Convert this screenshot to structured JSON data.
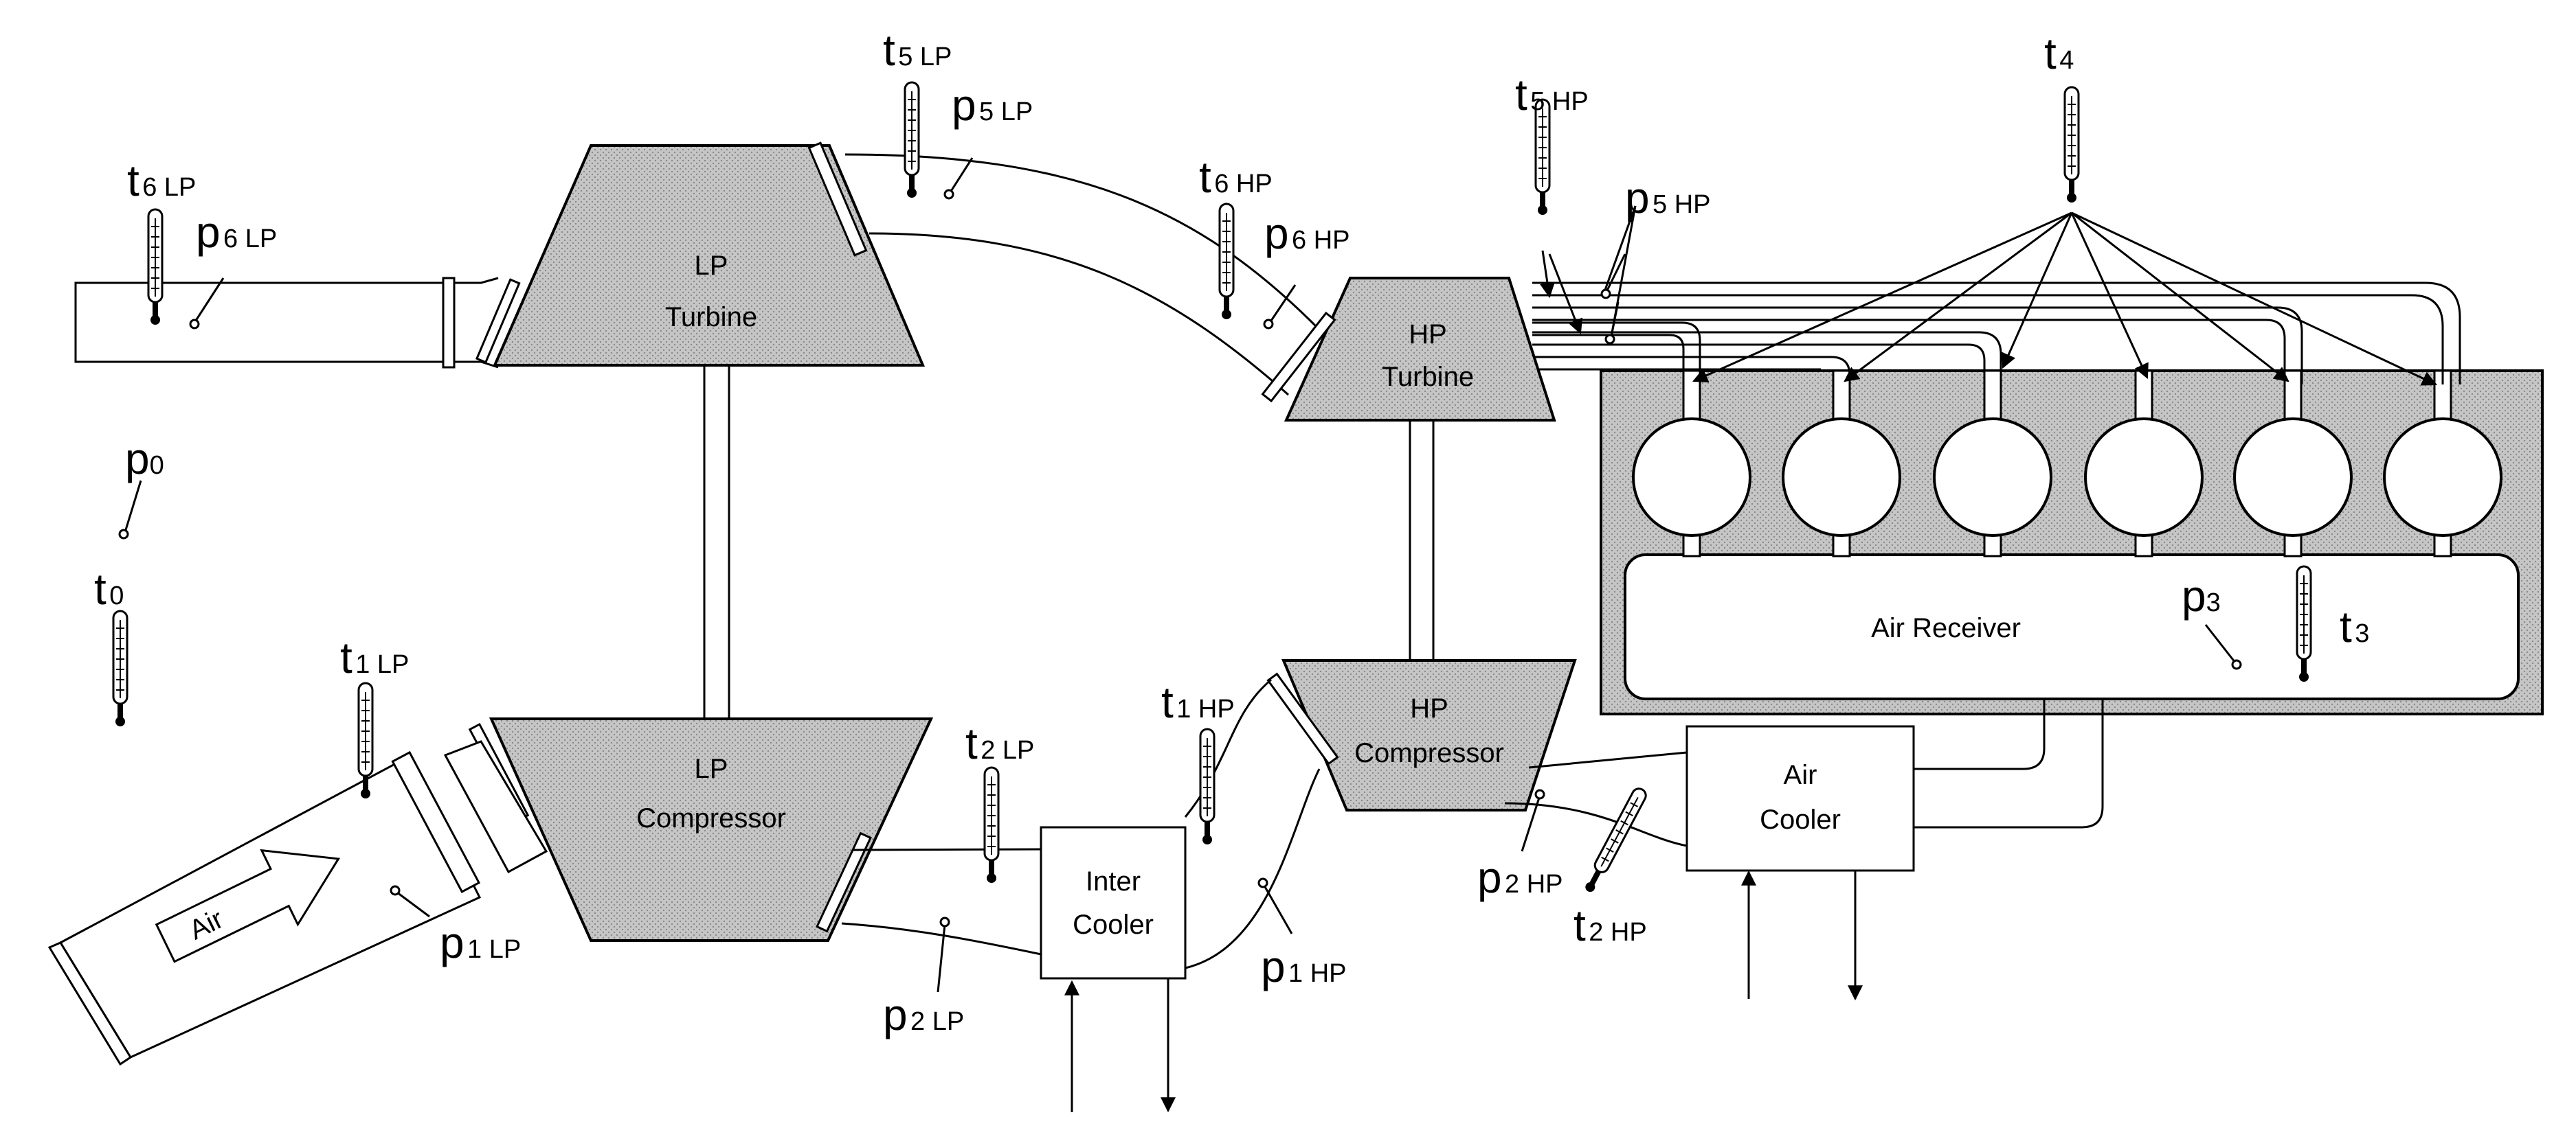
{
  "components": {
    "lp_turbine": [
      "LP",
      "Turbine"
    ],
    "lp_compressor": [
      "LP",
      "Compressor"
    ],
    "hp_turbine": [
      "HP",
      "Turbine"
    ],
    "hp_compressor": [
      "HP",
      "Compressor"
    ],
    "inter_cooler": [
      "Inter",
      "Cooler"
    ],
    "air_cooler": [
      "Air",
      "Cooler"
    ],
    "air_receiver": "Air Receiver",
    "air_arrow": "Air"
  },
  "measurements": {
    "t6lp": {
      "sym": "t",
      "sub": "6 LP"
    },
    "p6lp": {
      "sym": "p",
      "sub": "6 LP"
    },
    "t5lp": {
      "sym": "t",
      "sub": "5 LP"
    },
    "p5lp": {
      "sym": "p",
      "sub": "5 LP"
    },
    "t6hp": {
      "sym": "t",
      "sub": "6 HP"
    },
    "p6hp": {
      "sym": "p",
      "sub": "6 HP"
    },
    "t5hp": {
      "sym": "t",
      "sub": "5 HP"
    },
    "p5hp": {
      "sym": "p",
      "sub": "5 HP"
    },
    "t4": {
      "sym": "t",
      "sub": "4"
    },
    "p0": {
      "sym": "p",
      "sub": "0"
    },
    "t0": {
      "sym": "t",
      "sub": "0"
    },
    "t1lp": {
      "sym": "t",
      "sub": "1 LP"
    },
    "p1lp": {
      "sym": "p",
      "sub": "1 LP"
    },
    "t2lp": {
      "sym": "t",
      "sub": "2 LP"
    },
    "p2lp": {
      "sym": "p",
      "sub": "2 LP"
    },
    "t1hp": {
      "sym": "t",
      "sub": "1 HP"
    },
    "p1hp": {
      "sym": "p",
      "sub": "1 HP"
    },
    "p2hp": {
      "sym": "p",
      "sub": "2 HP"
    },
    "t2hp": {
      "sym": "t",
      "sub": "2 HP"
    },
    "p3": {
      "sym": "p",
      "sub": "3"
    },
    "t3": {
      "sym": "t",
      "sub": "3"
    }
  },
  "colors": {
    "component_fill": "#c8c8c8",
    "engine_fill": "#c4c4c4",
    "stroke": "#000000",
    "background": "#ffffff"
  },
  "icons": {
    "thermometer": "thermometer-icon",
    "pressure_tap": "pressure-tap-icon",
    "cylinder": "cylinder-icon"
  }
}
